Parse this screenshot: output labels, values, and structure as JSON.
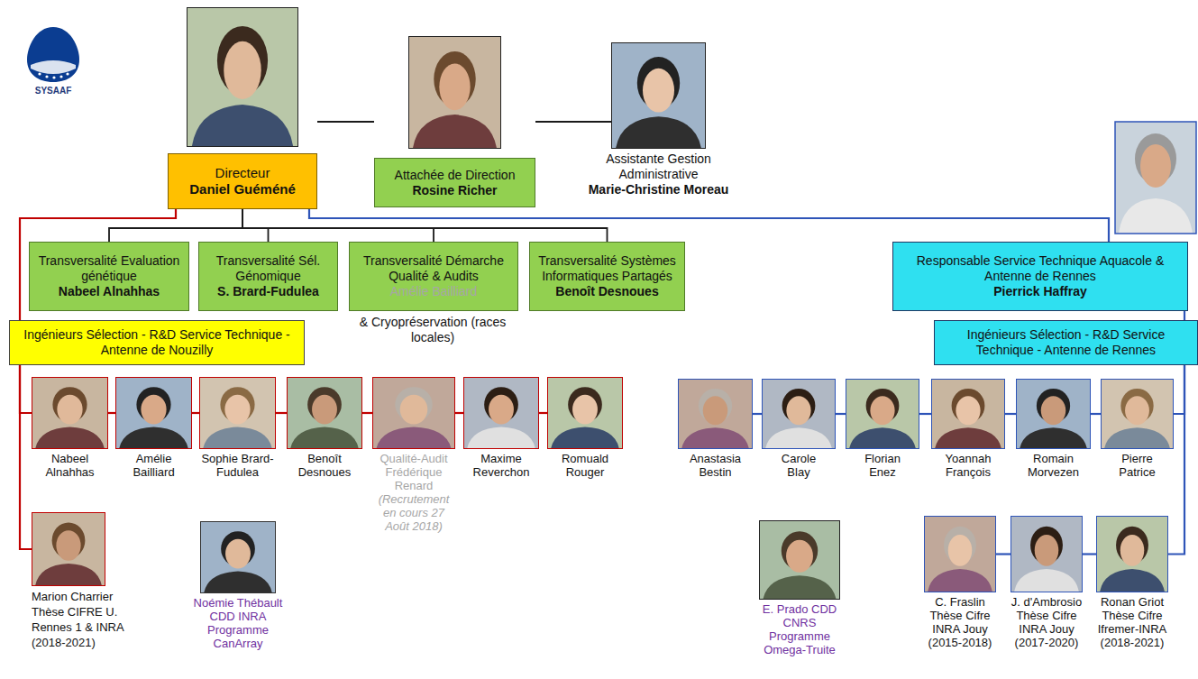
{
  "diagram": {
    "nodes": [
      {
        "text": [
          "Directeur",
          "Daniel Guéméné"
        ]
      },
      {
        "text": [
          "Attachée de Direction",
          "Rosine Richer"
        ]
      },
      {
        "text": [
          "Assistante Gestion Administrative",
          "Marie-Christine Moreau"
        ]
      },
      {
        "text": [
          "Transversalité Evaluation génétique",
          "Nabeel Alnahhas"
        ]
      },
      {
        "text": [
          "Transversalité Sél. Génomique",
          "S. Brard-Fudulea"
        ]
      },
      {
        "text": [
          "Transversalité Démarche Qualité & Audits",
          "Amélie Bailliard"
        ]
      },
      {
        "text": [
          "Transversalité Systèmes Informatiques Partagés",
          "Benoît Desnoues"
        ]
      },
      {
        "text": [
          "Ingénieurs Sélection - R&D Service Technique - Antenne de Nouzilly"
        ]
      },
      {
        "text": [
          "Nabeel Alnahhas"
        ]
      },
      {
        "text": [
          "Amélie Bailliard"
        ]
      },
      {
        "text": [
          "Sophie Brard-Fudulea"
        ]
      },
      {
        "text": [
          "Benoît Desnoues"
        ]
      },
      {
        "text": [
          "Qualité-Audit Frédérique Renard",
          "(Recrutement en cours 27 Août 2018)"
        ]
      },
      {
        "text": [
          "Maxime Reverchon"
        ]
      },
      {
        "text": [
          "Romuald Rouger"
        ]
      },
      {
        "text": [
          "Marion Charrier Thèse CIFRE U. Rennes 1 & INRA (2018-2021)"
        ]
      },
      {
        "text": [
          "Noémie Thébault CDD INRA Programme CanArray"
        ]
      },
      {
        "text": [
          "Responsable Service Technique Aquacole & Antenne de Rennes",
          "Pierrick Haffray"
        ]
      },
      {
        "text": [
          "Ingénieurs Sélection - R&D Service Technique - Antenne de Rennes"
        ]
      },
      {
        "text": [
          "Anastasia Bestin"
        ]
      },
      {
        "text": [
          "Carole Blay"
        ]
      },
      {
        "text": [
          "Florian Enez"
        ]
      },
      {
        "text": [
          "Yoannah François"
        ]
      },
      {
        "text": [
          "Romain Morvezen"
        ]
      },
      {
        "text": [
          "Pierre Patrice"
        ]
      },
      {
        "text": [
          "E. Prado CDD CNRS Programme Omega-Truite"
        ]
      },
      {
        "text": [
          "C. Fraslin Thèse Cifre INRA Jouy (2015-2018)"
        ]
      },
      {
        "text": [
          "J. d'Ambrosio Thèse Cifre INRA Jouy (2017-2020)"
        ]
      },
      {
        "text": [
          "Ronan Griot Thèse Cifre Ifremer-INRA (2018-2021)"
        ]
      }
    ],
    "edges": [
      {
        "from": 0,
        "to": 1,
        "arrow": "none"
      },
      {
        "from": 1,
        "to": 2,
        "arrow": "none"
      },
      {
        "from": 0,
        "to": 3,
        "arrow": "none"
      },
      {
        "from": 0,
        "to": 4,
        "arrow": "none"
      },
      {
        "from": 0,
        "to": 5,
        "arrow": "none"
      },
      {
        "from": 0,
        "to": 6,
        "arrow": "none"
      },
      {
        "from": 0,
        "to": 7,
        "arrow": "none"
      },
      {
        "from": 7,
        "to": 8,
        "arrow": "none"
      },
      {
        "from": 8,
        "to": 9,
        "arrow": "none"
      },
      {
        "from": 9,
        "to": 10,
        "arrow": "none"
      },
      {
        "from": 10,
        "to": 11,
        "arrow": "none"
      },
      {
        "from": 11,
        "to": 12,
        "arrow": "none"
      },
      {
        "from": 12,
        "to": 13,
        "arrow": "none"
      },
      {
        "from": 13,
        "to": 14,
        "arrow": "none"
      },
      {
        "from": 7,
        "to": 15,
        "arrow": "none"
      },
      {
        "from": 0,
        "to": 17,
        "arrow": "none"
      },
      {
        "from": 17,
        "to": 18,
        "arrow": "none"
      },
      {
        "from": 18,
        "to": 24,
        "arrow": "none"
      },
      {
        "from": 24,
        "to": 23,
        "arrow": "none"
      },
      {
        "from": 23,
        "to": 22,
        "arrow": "none"
      },
      {
        "from": 22,
        "to": 21,
        "arrow": "none"
      },
      {
        "from": 21,
        "to": 20,
        "arrow": "none"
      },
      {
        "from": 20,
        "to": 19,
        "arrow": "none"
      },
      {
        "from": 18,
        "to": 28,
        "arrow": "none"
      },
      {
        "from": 28,
        "to": 27,
        "arrow": "none"
      },
      {
        "from": 27,
        "to": 26,
        "arrow": "none"
      }
    ],
    "labels": [
      "SYSAAF",
      "& Cryopréservation (races locales)"
    ]
  }
}
